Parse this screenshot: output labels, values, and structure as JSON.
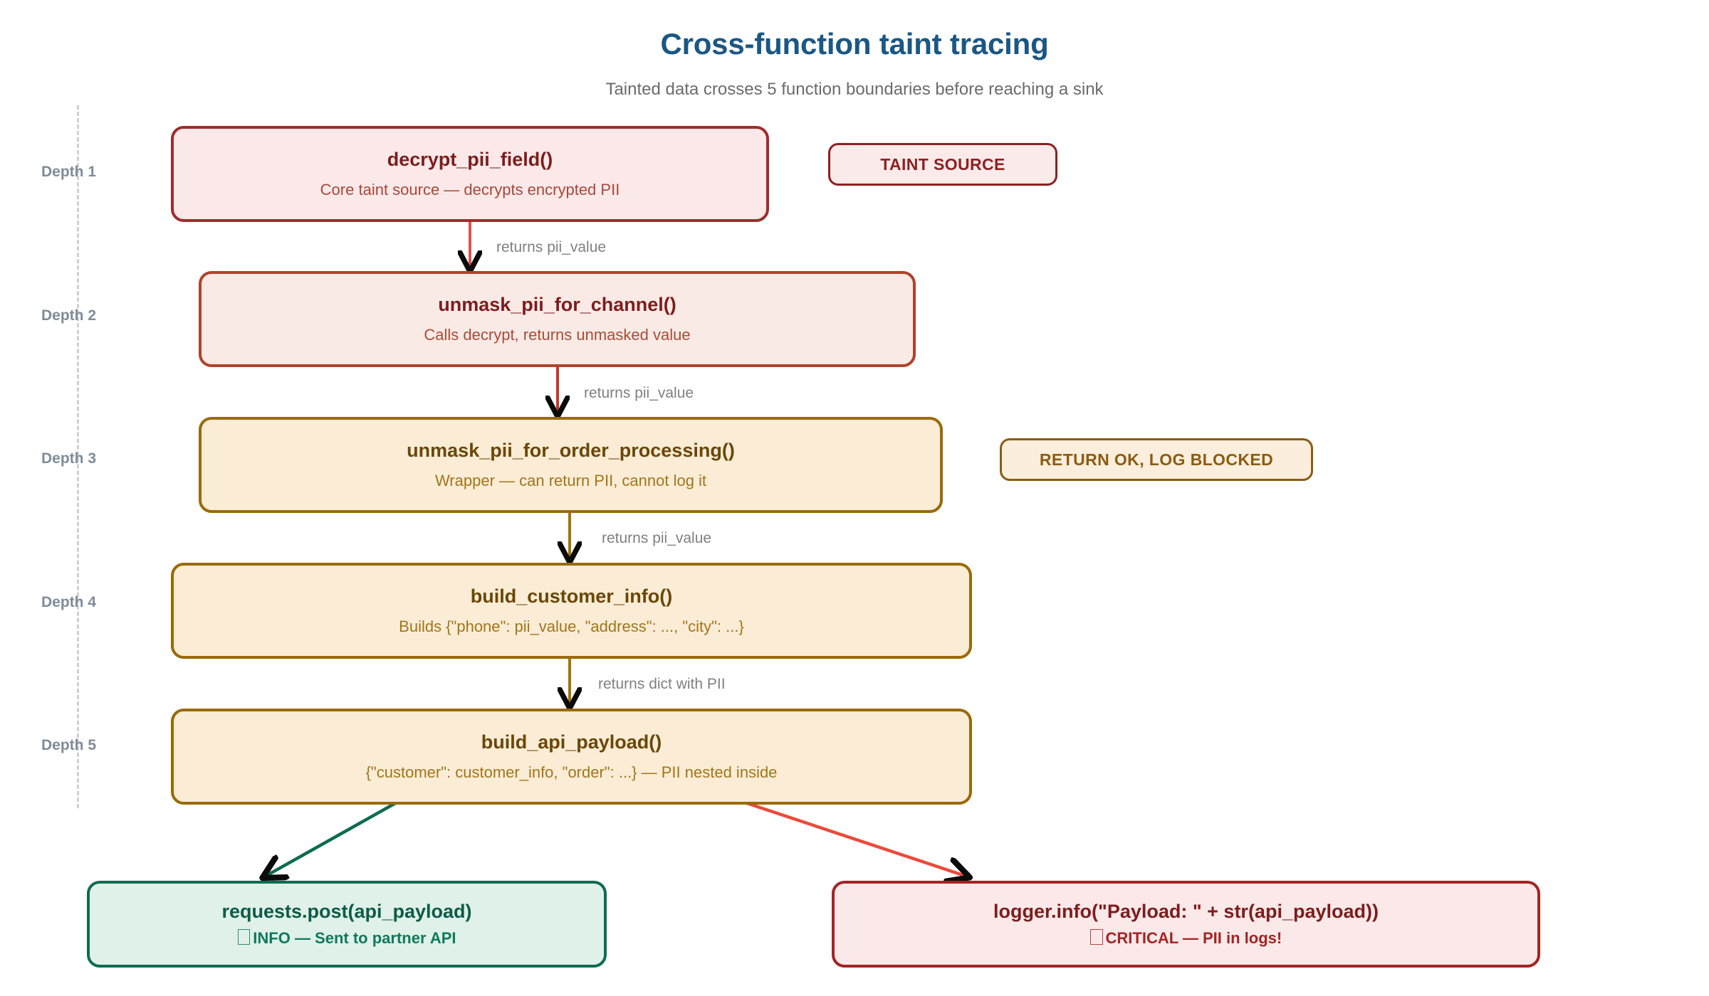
{
  "header": {
    "title": "Cross-function taint tracing",
    "subtitle": "Tainted data crosses 5 function boundaries before reaching a sink",
    "title_color": "#1a5784",
    "subtitle_color": "#6b6b6b"
  },
  "depth_axis": {
    "labels": [
      {
        "text": "Depth 1"
      },
      {
        "text": "Depth 2"
      },
      {
        "text": "Depth 3"
      },
      {
        "text": "Depth 4"
      },
      {
        "text": "Depth 5"
      }
    ]
  },
  "nodes": [
    {
      "id": "decrypt_pii_field",
      "title": "decrypt_pii_field()",
      "subtitle": "Core taint source — decrypts encrypted PII",
      "depth": "Depth 1",
      "fill": "#fbe9e9",
      "stroke": "#a02c2c"
    },
    {
      "id": "unmask_pii_for_channel",
      "title": "unmask_pii_for_channel()",
      "subtitle": "Calls decrypt, returns unmasked value",
      "depth": "Depth 2",
      "fill": "#faeae6",
      "stroke": "#b0432c"
    },
    {
      "id": "unmask_pii_for_order_processing",
      "title": "unmask_pii_for_order_processing()",
      "subtitle": "Wrapper — can return PII, cannot log it",
      "depth": "Depth 3",
      "fill": "#fbecd6",
      "stroke": "#9a6a08"
    },
    {
      "id": "build_customer_info",
      "title": "build_customer_info()",
      "subtitle": "Builds {\"phone\": pii_value, \"address\": ..., \"city\": ...}",
      "depth": "Depth 4",
      "fill": "#fbecd6",
      "stroke": "#9a6a08"
    },
    {
      "id": "build_api_payload",
      "title": "build_api_payload()",
      "subtitle": "{\"customer\": customer_info, \"order\": ...} — PII nested inside",
      "depth": "Depth 5",
      "fill": "#fbecd6",
      "stroke": "#9a6a08"
    }
  ],
  "sinks": [
    {
      "id": "requests_post",
      "title": "requests.post(api_payload)",
      "status": "INFO — Sent to partner API",
      "severity": "INFO",
      "fill": "#e0f1e9",
      "stroke": "#0e6b52"
    },
    {
      "id": "logger_info",
      "title": "logger.info(\"Payload: \" + str(api_payload))",
      "status": "CRITICAL — PII in logs!",
      "severity": "CRITICAL",
      "fill": "#fbe9e9",
      "stroke": "#a32424"
    }
  ],
  "badges": [
    {
      "id": "taint-source",
      "label": "TAINT SOURCE",
      "color": "#8e2020"
    },
    {
      "id": "return-ok-log-blocked",
      "label": "RETURN OK, LOG BLOCKED",
      "color": "#8a5c12"
    }
  ],
  "edges": [
    {
      "id": "e1",
      "label": "returns pii_value",
      "color": "#d9534f"
    },
    {
      "id": "e2",
      "label": "returns pii_value",
      "color": "#c0392b"
    },
    {
      "id": "e3",
      "label": "returns pii_value",
      "color": "#a2740a"
    },
    {
      "id": "e4",
      "label": "returns dict with PII",
      "color": "#a2740a"
    },
    {
      "id": "e5",
      "label": "",
      "color": "#0e6b52"
    },
    {
      "id": "e6",
      "label": "",
      "color": "#e74c3c"
    }
  ]
}
